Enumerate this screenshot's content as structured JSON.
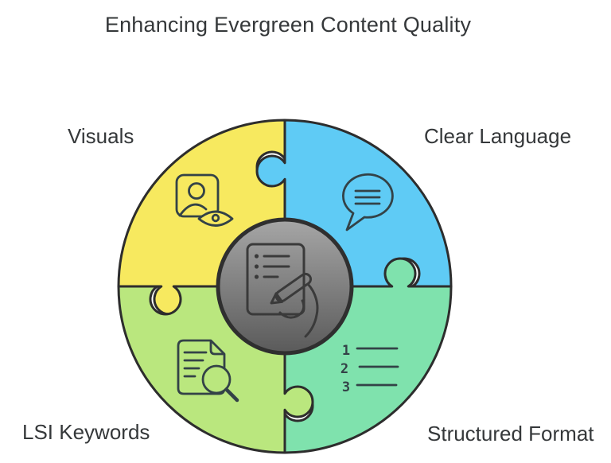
{
  "title": "Enhancing Evergreen Content Quality",
  "segments": [
    {
      "label": "Visuals",
      "position": "top-left",
      "color": "#F7E95F",
      "icon": "image-with-eye-icon"
    },
    {
      "label": "Clear Language",
      "position": "top-right",
      "color": "#5FCBF5",
      "icon": "speech-bubble-icon"
    },
    {
      "label": "LSI Keywords",
      "position": "bottom-left",
      "color": "#BAE77E",
      "icon": "document-search-icon"
    },
    {
      "label": "Structured Format",
      "position": "bottom-right",
      "color": "#7FE2AD",
      "icon": "numbered-list-icon",
      "list_numbers": [
        "1",
        "2",
        "3"
      ]
    }
  ],
  "center": {
    "icon": "writing-notepad-icon",
    "gradient_top": "#A6A6A6",
    "gradient_bottom": "#5A5A5A",
    "outline": "#2F2F2F"
  },
  "style": {
    "outline": "#2D2D2D",
    "icon_stroke": "#334247",
    "text_color": "#35383A",
    "background": "#FFFFFF"
  }
}
